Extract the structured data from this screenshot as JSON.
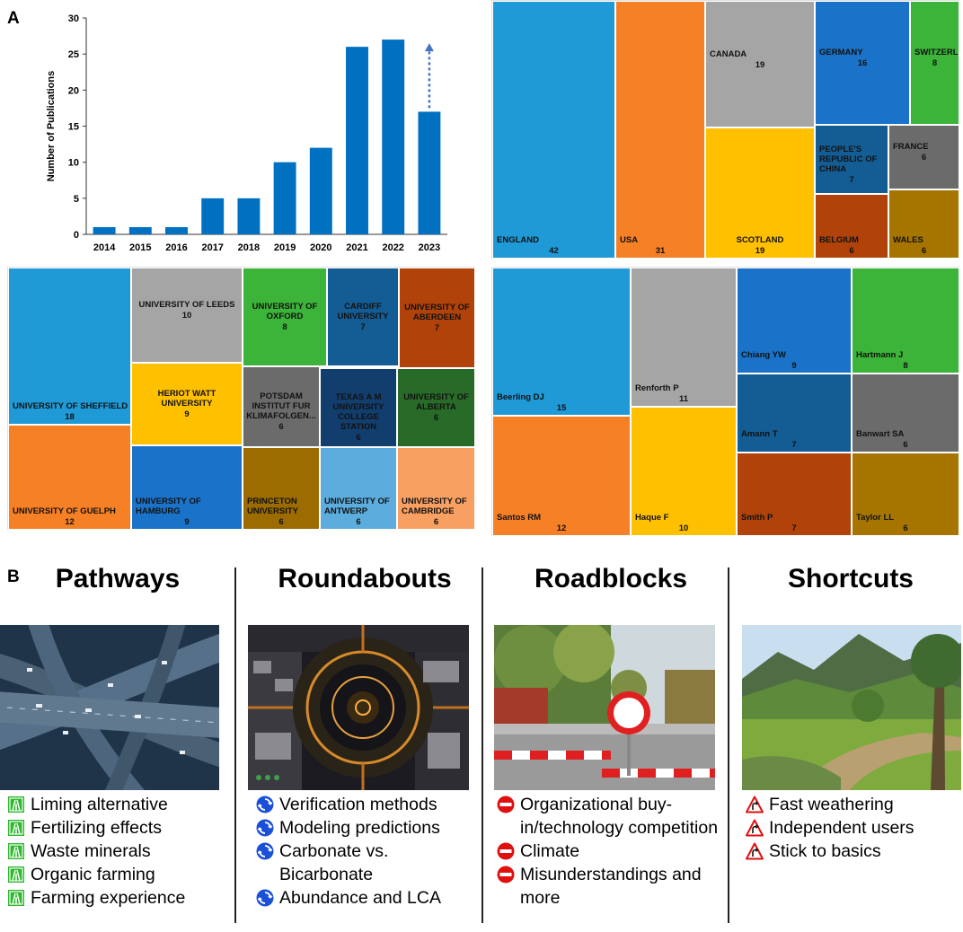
{
  "panel_a_label": "A",
  "panel_b_label": "B",
  "chart_data": [
    {
      "type": "bar",
      "categories": [
        "2014",
        "2015",
        "2016",
        "2017",
        "2018",
        "2019",
        "2020",
        "2021",
        "2022",
        "2023"
      ],
      "values": [
        1,
        1,
        1,
        5,
        5,
        10,
        12,
        26,
        27,
        17
      ],
      "ylabel": "Number of Publications",
      "xlabel": "",
      "ylim": [
        0,
        30
      ],
      "yticks": [
        0,
        5,
        10,
        15,
        20,
        25,
        30
      ],
      "bar_color": "#0070c0",
      "arrow_color": "#4472c4",
      "annotation": "dotted upward arrow on 2023 bar"
    },
    {
      "type": "treemap",
      "items": [
        {
          "label": "ENGLAND",
          "value": 42,
          "color": "#1f9ad6"
        },
        {
          "label": "USA",
          "value": 31,
          "color": "#f58025"
        },
        {
          "label": "CANADA",
          "value": 19,
          "color": "#a5a5a5"
        },
        {
          "label": "SCOTLAND",
          "value": 19,
          "color": "#ffc000"
        },
        {
          "label": "GERMANY",
          "value": 16,
          "color": "#1a73c9"
        },
        {
          "label": "SWITZERL...",
          "value": 8,
          "color": "#3cb339"
        },
        {
          "label": "PEOPLE'S REPUBLIC OF CHINA",
          "value": 7,
          "color": "#145d94"
        },
        {
          "label": "FRANCE",
          "value": 6,
          "color": "#6b6b6b"
        },
        {
          "label": "BELGIUM",
          "value": 6,
          "color": "#b1430a"
        },
        {
          "label": "WALES",
          "value": 6,
          "color": "#a67500"
        }
      ]
    },
    {
      "type": "treemap",
      "items": [
        {
          "label": "UNIVERSITY OF SHEFFIELD",
          "value": 18,
          "color": "#1f9ad6"
        },
        {
          "label": "UNIVERSITY OF GUELPH",
          "value": 12,
          "color": "#f58025"
        },
        {
          "label": "UNIVERSITY OF LEEDS",
          "value": 10,
          "color": "#a5a5a5"
        },
        {
          "label": "HERIOT WATT UNIVERSITY",
          "value": 9,
          "color": "#ffc000"
        },
        {
          "label": "UNIVERSITY OF HAMBURG",
          "value": 9,
          "color": "#1a73c9"
        },
        {
          "label": "UNIVERSITY OF OXFORD",
          "value": 8,
          "color": "#3cb339"
        },
        {
          "label": "CARDIFF UNIVERSITY",
          "value": 7,
          "color": "#145d94"
        },
        {
          "label": "UNIVERSITY OF ABERDEEN",
          "value": 7,
          "color": "#b1430a"
        },
        {
          "label": "POTSDAM INSTITUT FUR KLIMAFOLGEN...",
          "value": 6,
          "color": "#6b6b6b"
        },
        {
          "label": "TEXAS A M UNIVERSITY COLLEGE STATION",
          "value": 6,
          "color": "#123e6e"
        },
        {
          "label": "UNIVERSITY OF ALBERTA",
          "value": 6,
          "color": "#286b28"
        },
        {
          "label": "PRINCETON UNIVERSITY",
          "value": 6,
          "color": "#9c6c00"
        },
        {
          "label": "UNIVERSITY OF ANTWERP",
          "value": 6,
          "color": "#5cacde"
        },
        {
          "label": "UNIVERSITY OF CAMBRIDGE",
          "value": 6,
          "color": "#f8a062"
        }
      ]
    },
    {
      "type": "treemap",
      "items": [
        {
          "label": "Beerling DJ",
          "value": 15,
          "color": "#1f9ad6"
        },
        {
          "label": "Santos RM",
          "value": 12,
          "color": "#f58025"
        },
        {
          "label": "Renforth P",
          "value": 11,
          "color": "#a5a5a5"
        },
        {
          "label": "Haque F",
          "value": 10,
          "color": "#ffc000"
        },
        {
          "label": "Chiang YW",
          "value": 9,
          "color": "#1a73c9"
        },
        {
          "label": "Hartmann J",
          "value": 8,
          "color": "#3cb339"
        },
        {
          "label": "Amann T",
          "value": 7,
          "color": "#145d94"
        },
        {
          "label": "Banwart SA",
          "value": 6,
          "color": "#6b6b6b"
        },
        {
          "label": "Smith P",
          "value": 7,
          "color": "#b1430a"
        },
        {
          "label": "Taylor LL",
          "value": 6,
          "color": "#a67500"
        }
      ]
    }
  ],
  "sections": [
    {
      "title": "Pathways",
      "photo": "highway-interchange-photo",
      "icon": "highway-sign-icon",
      "icon_color": "#2eb82e",
      "items": [
        "Liming alternative",
        "Fertilizing effects",
        "Waste minerals",
        "Organic farming",
        "Farming experience"
      ]
    },
    {
      "title": "Roundabouts",
      "photo": "roundabout-aerial-photo",
      "icon": "roundabout-sign-icon",
      "icon_color": "#1a50d8",
      "items": [
        "Verification methods",
        "Modeling predictions",
        "Carbonate vs. Bicarbonate",
        "Abundance and LCA"
      ]
    },
    {
      "title": "Roadblocks",
      "photo": "road-barrier-photo",
      "icon": "no-entry-sign-icon",
      "icon_color": "#e01010",
      "items": [
        "Organizational buy-in/technology competition",
        "Climate",
        "Misunderstandings and more"
      ]
    },
    {
      "title": "Shortcuts",
      "photo": "countryside-path-photo",
      "icon": "curve-warning-sign-icon",
      "icon_color": "#e01010",
      "items": [
        "Fast weathering",
        "Independent users",
        "Stick to basics"
      ]
    }
  ]
}
